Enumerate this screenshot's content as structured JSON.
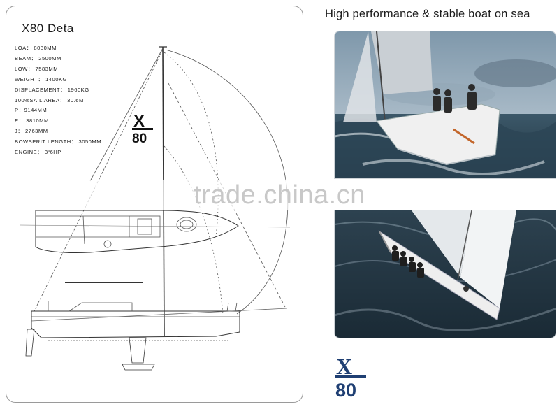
{
  "spec_card": {
    "title": "X80 Deta",
    "specs": [
      "LOA： 8030MM",
      "BEAM： 2500MM",
      "LOW： 7583MM",
      "WEIGHT： 1400KG",
      "DISPLACEMENT： 1960KG",
      "100%SAIL AREA： 30.6M",
      "P：9144MM",
      "E： 3810MM",
      "J： 2763MM",
      "BOWSPRIT LENGTH： 3050MM",
      "ENGINE： 3“6HP"
    ],
    "sail_logo_letter": "X",
    "sail_logo_number": "80"
  },
  "headline": "High performance & stable boat on sea",
  "watermark": "trade.china.cn",
  "brand_logo": {
    "letter": "X",
    "number": "80",
    "color": "#1f3f73"
  },
  "colors": {
    "sea": "#2f4a5a",
    "sky": "#a9b9c6",
    "hull": "#ececec",
    "logo_blue": "#1f3f73"
  }
}
